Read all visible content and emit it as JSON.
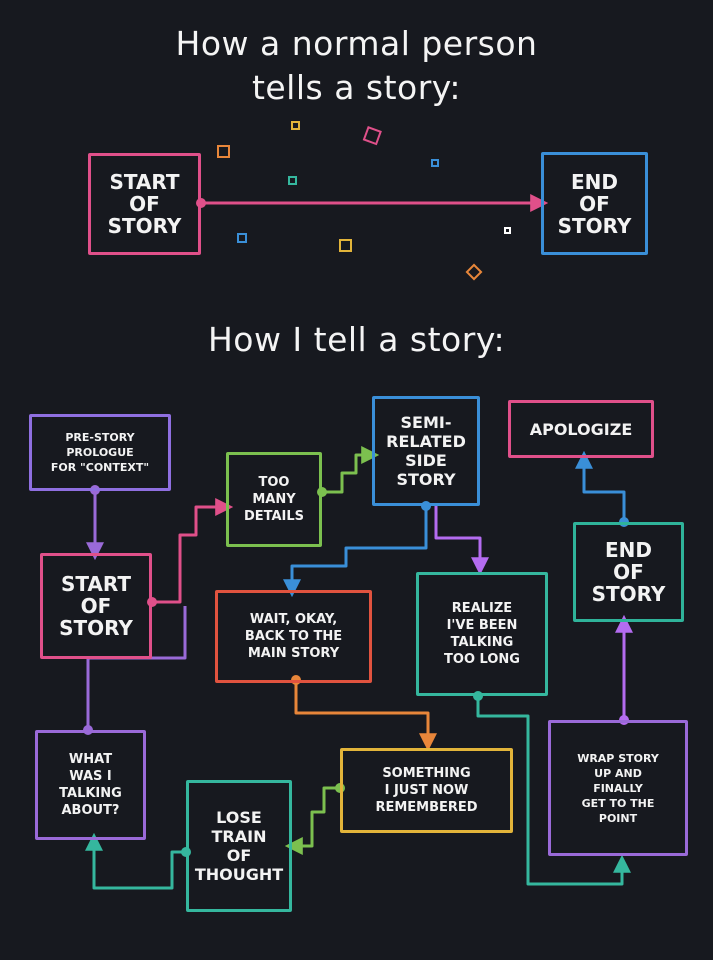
{
  "heading_top": "How a normal person\ntells a story:",
  "heading_bottom": "How I tell a story:",
  "normal": {
    "start": "START\nOF\nSTORY",
    "end": "END\nOF\nSTORY"
  },
  "mine": {
    "prestory": "PRE-STORY\nPROLOGUE\nFOR \"CONTEXT\"",
    "start": "START\nOF\nSTORY",
    "too_many": "TOO\nMANY\nDETAILS",
    "semi": "SEMI-\nRELATED\nSIDE\nSTORY",
    "apologize": "APOLOGIZE",
    "end": "END\nOF\nSTORY",
    "wait": "WAIT, OKAY,\nBACK TO THE\nMAIN STORY",
    "realize": "REALIZE\nI'VE BEEN\nTALKING\nTOO LONG",
    "what": "WHAT\nWAS I\nTALKING\nABOUT?",
    "something": "SOMETHING\nI JUST NOW\nREMEMBERED",
    "lose": "LOSE\nTRAIN\nOF\nTHOUGHT",
    "wrap": "WRAP STORY\nUP AND\nFINALLY\nGET TO THE\nPOINT"
  },
  "colors": {
    "background": "#17191f",
    "pink": "#e0508a",
    "purple": "#9a6ad8",
    "gold": "#e2b43a",
    "teal": "#35b79e",
    "blue": "#3a8fd8",
    "red": "#e1533f",
    "green": "#7cc04f",
    "violet": "#b46cf0",
    "orange": "#e8863a"
  }
}
